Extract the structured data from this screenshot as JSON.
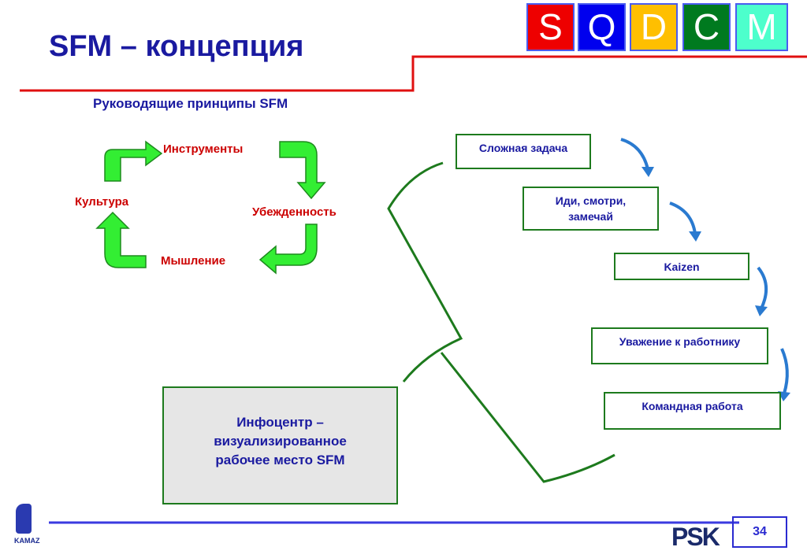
{
  "header": {
    "title": "SFM – концепция",
    "letters": [
      {
        "text": "S",
        "color": "#ee0000"
      },
      {
        "text": "Q",
        "color": "#0000ee"
      },
      {
        "text": "D",
        "color": "#ffbf00"
      },
      {
        "text": "C",
        "color": "#007a1f"
      },
      {
        "text": "M",
        "color": "#4dffcc"
      }
    ]
  },
  "subtitle": "Руководящие принципы SFM",
  "cycle": {
    "top": "Инструменты",
    "right": "Убежденность",
    "bottom": "Мышление",
    "left": "Культура"
  },
  "steps": [
    "Сложная задача",
    "Иди, смотри, замечай",
    "Kaizen",
    "Уважение к работнику",
    "Командная работа"
  ],
  "infocenter": "Инфоцентр – визуализированное рабочее место SFM",
  "footer": {
    "logo": "KAMAZ",
    "brand": "PSK",
    "page": "34"
  }
}
